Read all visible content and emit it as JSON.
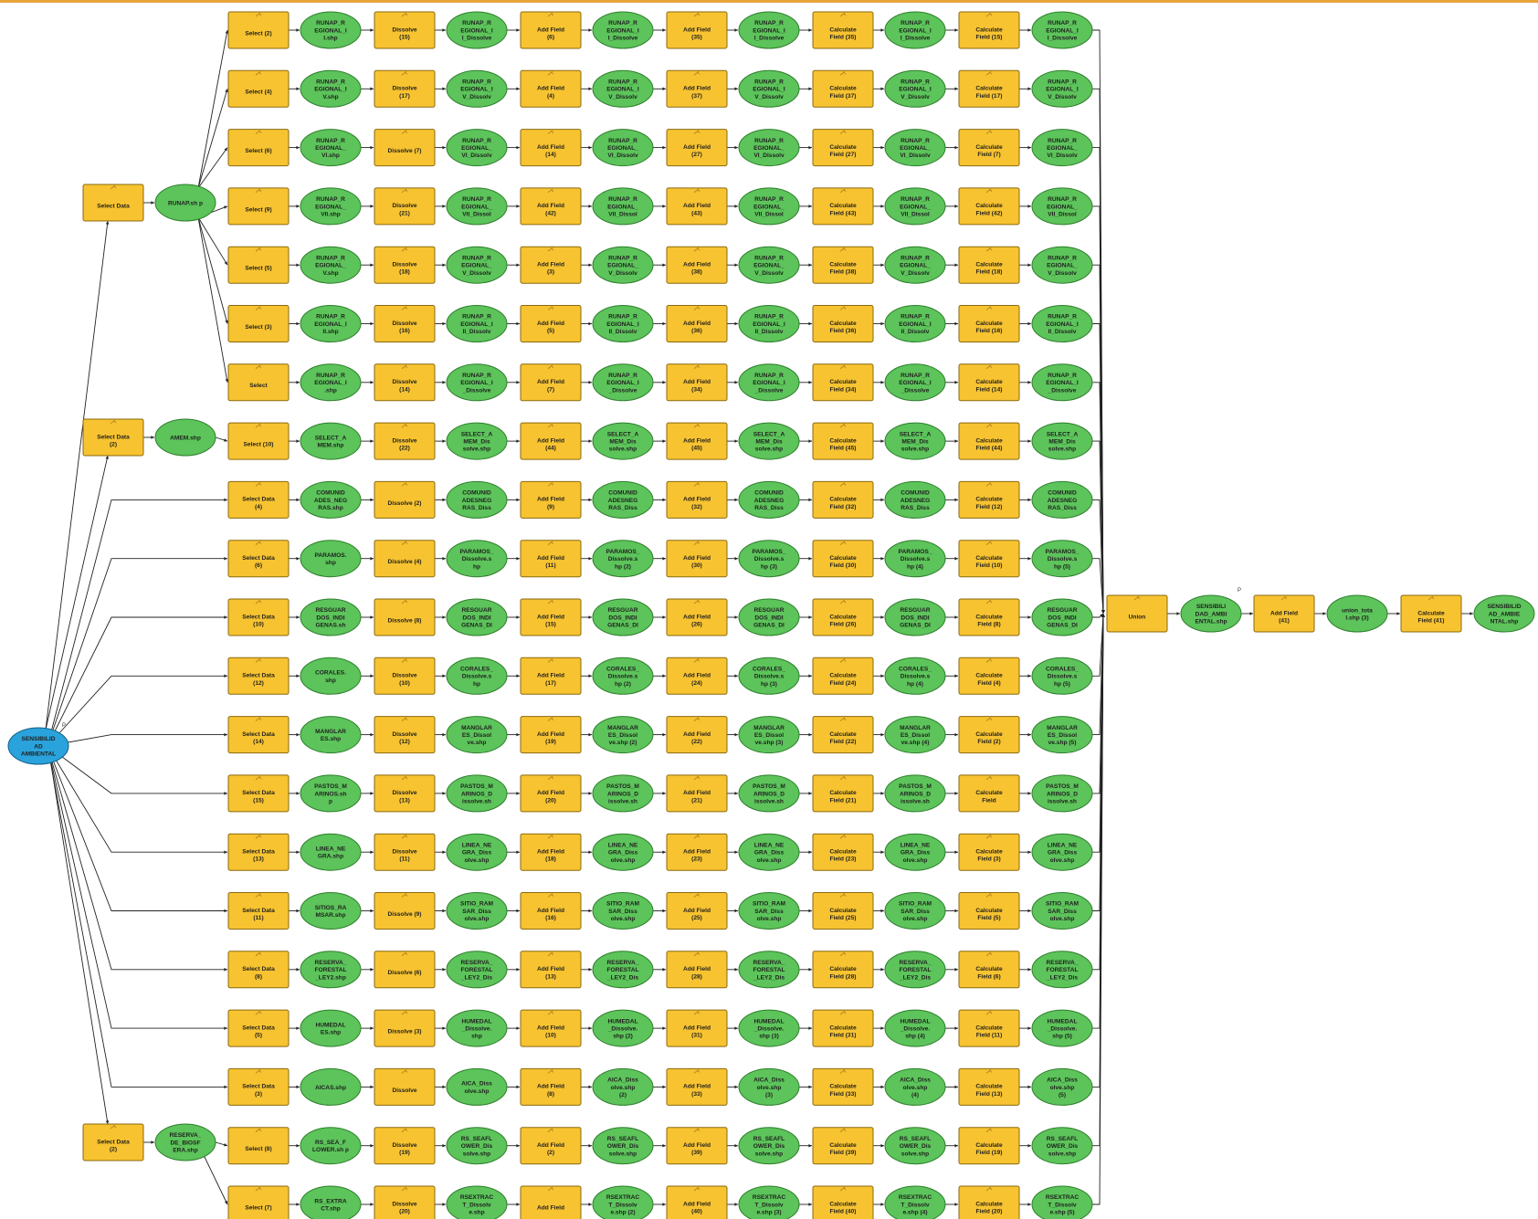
{
  "colors": {
    "tool": "#f7c330",
    "data": "#5cc45a",
    "input": "#2aa3dc",
    "accent": "#e8a33a"
  },
  "input": {
    "label": "SENSIBILID AD AMBIENTAL"
  },
  "selects": [
    {
      "label": "Select Data",
      "output": "RUNAP.sh p"
    },
    {
      "label": "Select Data (2)",
      "output": "AMEM.shp"
    },
    {
      "label": "Select Data (2)",
      "output": "RESERVA_ DE_BIOSF ERA.shp"
    }
  ],
  "rows": [
    {
      "cells": [
        "Select (2)",
        "RUNAP_R EGIONAL_I I.shp",
        "Dissolve (15)",
        "RUNAP_R EGIONAL_I I_Dissolve",
        "Add Field (6)",
        "RUNAP_R EGIONAL_I I_Dissolve",
        "Add Field (35)",
        "RUNAP_R EGIONAL_I I_Dissolve",
        "Calculate Field (35)",
        "RUNAP_R EGIONAL_I I_Dissolve",
        "Calculate Field (15)",
        "RUNAP_R EGIONAL_I I_Dissolve"
      ]
    },
    {
      "cells": [
        "Select (4)",
        "RUNAP_R EGIONAL_I V.shp",
        "Dissolve (17)",
        "RUNAP_R EGIONAL_I V_Dissolv",
        "Add Field (4)",
        "RUNAP_R EGIONAL_I V_Dissolv",
        "Add Field (37)",
        "RUNAP_R EGIONAL_I V_Dissolv",
        "Calculate Field (37)",
        "RUNAP_R EGIONAL_I V_Dissolv",
        "Calculate Field (17)",
        "RUNAP_R EGIONAL_I V_Dissolv"
      ]
    },
    {
      "cells": [
        "Select (6)",
        "RUNAP_R EGIONAL_ VI.shp",
        "Dissolve (7)",
        "RUNAP_R EGIONAL_ VI_Dissolv",
        "Add Field (14)",
        "RUNAP_R EGIONAL_ VI_Dissolv",
        "Add Field (27)",
        "RUNAP_R EGIONAL_ VI_Dissolv",
        "Calculate Field (27)",
        "RUNAP_R EGIONAL_ VI_Dissolv",
        "Calculate Field (7)",
        "RUNAP_R EGIONAL_ VI_Dissolv"
      ]
    },
    {
      "cells": [
        "Select (9)",
        "RUNAP_R EGIONAL_ VII.shp",
        "Dissolve (21)",
        "RUNAP_R EGIONAL_ VII_Dissol",
        "Add Field (42)",
        "RUNAP_R EGIONAL_ VII_Dissol",
        "Add Field (43)",
        "RUNAP_R EGIONAL_ VII_Dissol",
        "Calculate Field (43)",
        "RUNAP_R EGIONAL_ VII_Dissol",
        "Calculate Field (42)",
        "RUNAP_R EGIONAL_ VII_Dissol"
      ]
    },
    {
      "cells": [
        "Select (5)",
        "RUNAP_R EGIONAL_ V.shp",
        "Dissolve (18)",
        "RUNAP_R EGIONAL_ V_Dissolv",
        "Add Field (3)",
        "RUNAP_R EGIONAL_ V_Dissolv",
        "Add Field (38)",
        "RUNAP_R EGIONAL_ V_Dissolv",
        "Calculate Field (38)",
        "RUNAP_R EGIONAL_ V_Dissolv",
        "Calculate Field (18)",
        "RUNAP_R EGIONAL_ V_Dissolv"
      ]
    },
    {
      "cells": [
        "Select (3)",
        "RUNAP_R EGIONAL_I II.shp",
        "Dissolve (16)",
        "RUNAP_R EGIONAL_I II_Dissolv",
        "Add Field (5)",
        "RUNAP_R EGIONAL_I II_Dissolv",
        "Add Field (36)",
        "RUNAP_R EGIONAL_I II_Dissolv",
        "Calculate Field (36)",
        "RUNAP_R EGIONAL_I II_Dissolv",
        "Calculate Field (16)",
        "RUNAP_R EGIONAL_I II_Dissolv"
      ]
    },
    {
      "cells": [
        "Select",
        "RUNAP_R EGIONAL_I .shp",
        "Dissolve (14)",
        "RUNAP_R EGIONAL_I _Dissolve",
        "Add Field (7)",
        "RUNAP_R EGIONAL_I _Dissolve",
        "Add Field (34)",
        "RUNAP_R EGIONAL_I _Dissolve",
        "Calculate Field (34)",
        "RUNAP_R EGIONAL_I _Dissolve",
        "Calculate Field (14)",
        "RUNAP_R EGIONAL_I _Dissolve"
      ]
    },
    {
      "cells": [
        "Select (10)",
        "SELECT_A MEM.shp",
        "Dissolve (22)",
        "SELECT_A MEM_Dis solve.shp",
        "Add Field (44)",
        "SELECT_A MEM_Dis solve.shp",
        "Add Field (45)",
        "SELECT_A MEM_Dis solve.shp",
        "Calculate Field (45)",
        "SELECT_A MEM_Dis solve.shp",
        "Calculate Field (44)",
        "SELECT_A MEM_Dis solve.shp"
      ]
    },
    {
      "cells": [
        "Select Data (4)",
        "COMUNID ADES_NEG RAS.shp",
        "Dissolve (2)",
        "COMUNID ADESNEG RAS_Diss",
        "Add Field (9)",
        "COMUNID ADESNEG RAS_Diss",
        "Add Field (32)",
        "COMUNID ADESNEG RAS_Diss",
        "Calculate Field (32)",
        "COMUNID ADESNEG RAS_Diss",
        "Calculate Field (12)",
        "COMUNID ADESNEG RAS_Diss"
      ]
    },
    {
      "cells": [
        "Select Data (6)",
        "PARAMOS. shp",
        "Dissolve (4)",
        "PARAMOS_ Dissolve.s hp",
        "Add Field (11)",
        "PARAMOS_ Dissolve.s hp (2)",
        "Add Field (30)",
        "PARAMOS_ Dissolve.s hp (3)",
        "Calculate Field (30)",
        "PARAMOS_ Dissolve.s hp (4)",
        "Calculate Field (10)",
        "PARAMOS_ Dissolve.s hp (5)"
      ]
    },
    {
      "cells": [
        "Select Data (10)",
        "RESGUAR DOS_INDI GENAS.sh",
        "Dissolve (8)",
        "RESGUAR DOS_INDI GENAS_DI",
        "Add Field (15)",
        "RESGUAR DOS_INDI GENAS_DI",
        "Add Field (26)",
        "RESGUAR DOS_INDI GENAS_DI",
        "Calculate Field (26)",
        "RESGUAR DOS_INDI GENAS_DI",
        "Calculate Field (8)",
        "RESGUAR DOS_INDI GENAS_DI"
      ]
    },
    {
      "cells": [
        "Select Data (12)",
        "CORALES. shp",
        "Dissolve (10)",
        "CORALES_ Dissolve.s hp",
        "Add Field (17)",
        "CORALES_ Dissolve.s hp (2)",
        "Add Field (24)",
        "CORALES_ Dissolve.s hp (3)",
        "Calculate Field (24)",
        "CORALES_ Dissolve.s hp (4)",
        "Calculate Field (4)",
        "CORALES_ Dissolve.s hp (5)"
      ]
    },
    {
      "cells": [
        "Select Data (14)",
        "MANGLAR ES.shp",
        "Dissolve (12)",
        "MANGLAR ES_Dissol ve.shp",
        "Add Field (19)",
        "MANGLAR ES_Dissol ve.shp (2)",
        "Add Field (22)",
        "MANGLAR ES_Dissol ve.shp (3)",
        "Calculate Field (22)",
        "MANGLAR ES_Dissol ve.shp (4)",
        "Calculate Field (2)",
        "MANGLAR ES_Dissol ve.shp (5)"
      ]
    },
    {
      "cells": [
        "Select Data (15)",
        "PASTOS_M ARINOS.sh p",
        "Dissolve (13)",
        "PASTOS_M ARINOS_D issolve.sh",
        "Add Field (20)",
        "PASTOS_M ARINOS_D issolve.sh",
        "Add Field (21)",
        "PASTOS_M ARINOS_D issolve.sh",
        "Calculate Field (21)",
        "PASTOS_M ARINOS_D issolve.sh",
        "Calculate Field",
        "PASTOS_M ARINOS_D issolve.sh"
      ]
    },
    {
      "cells": [
        "Select Data (13)",
        "LINEA_NE GRA.shp",
        "Dissolve (11)",
        "LINEA_NE GRA_Diss olve.shp",
        "Add Field (18)",
        "LINEA_NE GRA_Diss olve.shp",
        "Add Field (23)",
        "LINEA_NE GRA_Diss olve.shp",
        "Calculate Field (23)",
        "LINEA_NE GRA_Diss olve.shp",
        "Calculate Field (3)",
        "LINEA_NE GRA_Diss olve.shp"
      ]
    },
    {
      "cells": [
        "Select Data (11)",
        "SITIOS_RA MSAR.shp",
        "Dissolve (9)",
        "SITIO_RAM SAR_Diss olve.shp",
        "Add Field (16)",
        "SITIO_RAM SAR_Diss olve.shp",
        "Add Field (25)",
        "SITIO_RAM SAR_Diss olve.shp",
        "Calculate Field (25)",
        "SITIO_RAM SAR_Diss olve.shp",
        "Calculate Field (5)",
        "SITIO_RAM SAR_Diss olve.shp"
      ]
    },
    {
      "cells": [
        "Select Data (8)",
        "RESERVA_ FORESTAL _LEY2.shp",
        "Dissolve (6)",
        "RESERVA_ FORESTAL _LEY2_Dis",
        "Add Field (13)",
        "RESERVA_ FORESTAL _LEY2_Dis",
        "Add Field (28)",
        "RESERVA_ FORESTAL _LEY2_Dis",
        "Calculate Field (28)",
        "RESERVA_ FORESTAL _LEY2_Dis",
        "Calculate Field (6)",
        "RESERVA_ FORESTAL _LEY2_Dis"
      ]
    },
    {
      "cells": [
        "Select Data (5)",
        "HUMEDAL ES.shp",
        "Dissolve (3)",
        "HUMEDAL _Dissolve. shp",
        "Add Field (10)",
        "HUMEDAL _Dissolve. shp (2)",
        "Add Field (31)",
        "HUMEDAL _Dissolve. shp (3)",
        "Calculate Field (31)",
        "HUMEDAL _Dissolve. shp (4)",
        "Calculate Field (11)",
        "HUMEDAL _Dissolve. shp (5)"
      ]
    },
    {
      "cells": [
        "Select Data (3)",
        "AICAS.shp",
        "Dissolve",
        "AICA_Diss olve.shp",
        "Add Field (8)",
        "AICA_Diss olve.shp (2)",
        "Add Field (33)",
        "AICA_Diss olve.shp (3)",
        "Calculate Field (33)",
        "AICA_Diss olve.shp (4)",
        "Calculate Field (13)",
        "AICA_Diss olve.shp (5)"
      ]
    },
    {
      "cells": [
        "Select (8)",
        "RS_SEA_F LOWER.sh p",
        "Dissolve (19)",
        "RS_SEAFL OWER_Dis solve.shp",
        "Add Field (2)",
        "RS_SEAFL OWER_Dis solve.shp",
        "Add Field (39)",
        "RS_SEAFL OWER_Dis solve.shp",
        "Calculate Field (39)",
        "RS_SEAFL OWER_Dis solve.shp",
        "Calculate Field (19)",
        "RS_SEAFL OWER_Dis solve.shp"
      ]
    },
    {
      "cells": [
        "Select (7)",
        "RS_EXTRA CT.shp",
        "Dissolve (20)",
        "RSEXTRAC T_Dissolv e.shp",
        "Add Field",
        "RSEXTRAC T_Dissolv e.shp (2)",
        "Add Field (40)",
        "RSEXTRAC T_Dissolv e.shp (3)",
        "Calculate Field (40)",
        "RSEXTRAC T_Dissolv e.shp (4)",
        "Calculate Field (20)",
        "RSEXTRAC T_Dissolv e.shp (5)"
      ]
    }
  ],
  "tail": [
    "Union",
    "SENSIBILI DAD_AMBI ENTAL.shp",
    "Add Field (41)",
    "union_tota l.shp (3)",
    "Calculate Field (41)",
    "SENSIBILID AD_AMBIE NTAL.shp"
  ],
  "p_marks": [
    "P",
    "P"
  ]
}
